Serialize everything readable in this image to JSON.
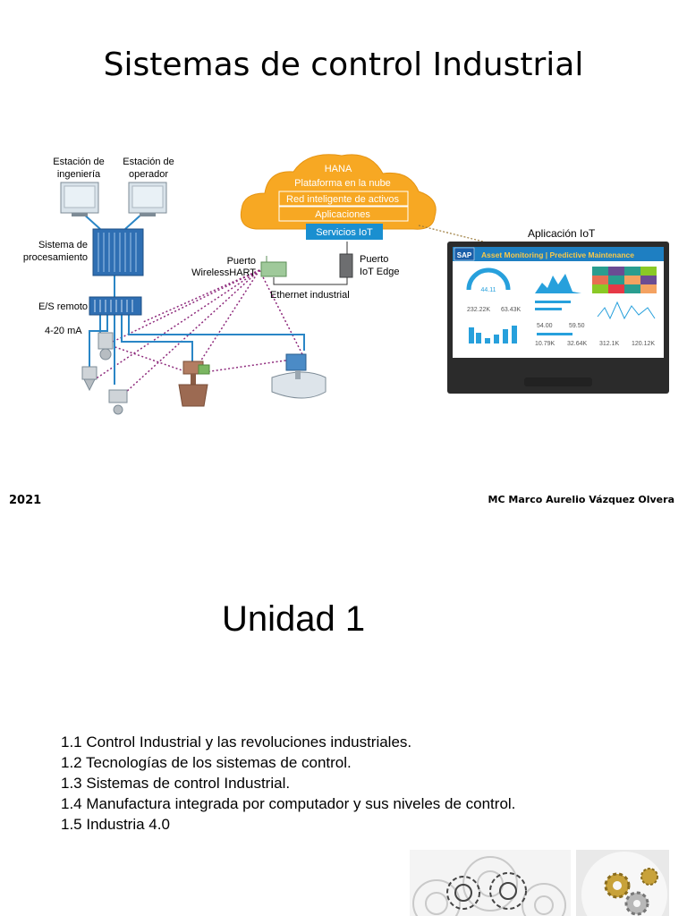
{
  "slide1": {
    "title": "Sistemas de control Industrial",
    "year": "2021",
    "author": "MC Marco Aurelio Vázquez Olvera",
    "diagram": {
      "engineering_station": [
        "Estación de",
        "ingeniería"
      ],
      "operator_station": [
        "Estación de",
        "operador"
      ],
      "processing_system": [
        "Sistema de",
        "procesamiento"
      ],
      "remote_io": "E/S remoto",
      "current_loop": "4-20 mA",
      "wirelesshart_gateway": [
        "Puerto",
        "WirelessHART"
      ],
      "iot_edge_gateway": [
        "Puerto",
        "IoT Edge"
      ],
      "industrial_ethernet": "Ethernet industrial",
      "cloud": {
        "hana": "HANA",
        "platform": "Plataforma en la nube",
        "asset_network": "Red inteligente de activos",
        "applications": "Aplicaciones",
        "iot_services": "Servicios IoT"
      },
      "iot_app": {
        "label": "Aplicación IoT",
        "brand": "SAP",
        "header": "Asset Monitoring | Predictive Maintenance",
        "gauge_value": "44.11",
        "metrics_row1": [
          "232.22K",
          "63.43K"
        ],
        "metrics_row2": [
          "54.00",
          "59.50"
        ],
        "metrics_row3": [
          "10.79K",
          "32.64K",
          "312.1K",
          "120.12K"
        ]
      }
    },
    "colors": {
      "cloud": "#f7a823",
      "iot_services": "#1a8fd0",
      "sap_header": "#1e7fc2",
      "link_wired": "#2a86c6",
      "link_wireless": "#8e2a7c"
    }
  },
  "slide2": {
    "title": "Unidad 1",
    "items": [
      "1.1 Control Industrial y las revoluciones industriales.",
      "1.2 Tecnologías de los sistemas de control.",
      "1.3 Sistemas de control Industrial.",
      "1.4 Manufactura integrada por computador y sus niveles de control.",
      "1.5 Industria 4.0"
    ]
  }
}
